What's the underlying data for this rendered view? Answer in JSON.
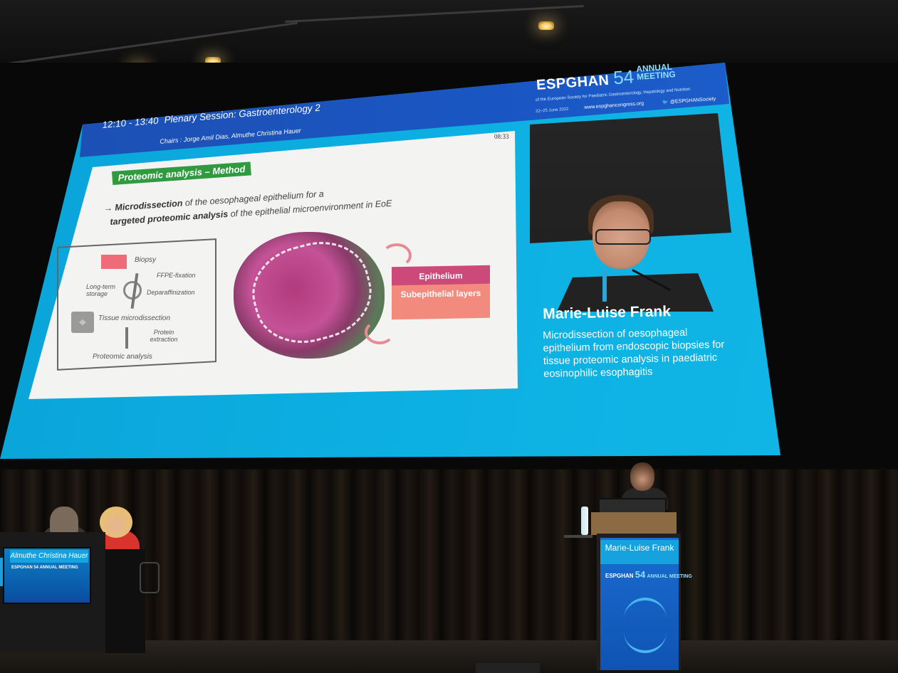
{
  "screen": {
    "session_time": "12:10 - 13:40",
    "session_title": "Plenary Session: Gastroenterology 2",
    "chairs": "Chairs : Jorge Amil Dias, Almuthe Christina Hauer",
    "timer": "08:33",
    "logo": {
      "name": "ESPGHAN",
      "number": "54",
      "annual": "ANNUAL",
      "meeting": "MEETING",
      "subtitle": "of the European Society for Paediatric Gastroenterology, Hepatology and Nutrition",
      "dates": "22–25 June 2022",
      "url": "www.espghancongress.org",
      "twitter": "@ESPGHANSociety"
    },
    "slide": {
      "title": "Proteomic analysis – Method",
      "line1_bold": "Microdissection",
      "line1_rest": " of the oesophageal epithelium for a",
      "line2_bold": "targeted proteomic analysis",
      "line2_rest": " of the epithelial microenvironment in EoE",
      "workflow": {
        "biopsy": "Biopsy",
        "ffpe": "FFPE-fixation",
        "storage": "Long-term storage",
        "deparaffinization": "Deparaffinization",
        "tissue_micro": "Tissue microdissection",
        "protein_extraction": "Protein extraction",
        "proteomic": "Proteomic analysis"
      },
      "epithelium": "Epithelium",
      "subepithelial": "Subepithelial layers"
    },
    "speaker": {
      "name": "Marie-Luise Frank",
      "talk": "Microdissection of oesophageal epithelium from endoscopic biopsies for tissue proteomic analysis in paediatric eosinophilic esophagitis"
    }
  },
  "stage": {
    "desk_nameplate": "Almuthe Christina Hauer",
    "lectern_nameplate": "Marie-Luise Frank",
    "lectern_logo": "ESPGHAN",
    "lectern_number": "54",
    "lectern_annual": "ANNUAL MEETING",
    "desk_logo": "ESPGHAN 54 ANNUAL MEETING"
  },
  "colors": {
    "screen_blue": "#0db0e2",
    "band_blue": "#1a57c4",
    "title_green": "#2f9a3e",
    "epithelium_pink": "#cc4a7a",
    "subepithelial_salmon": "#f28b7e"
  }
}
